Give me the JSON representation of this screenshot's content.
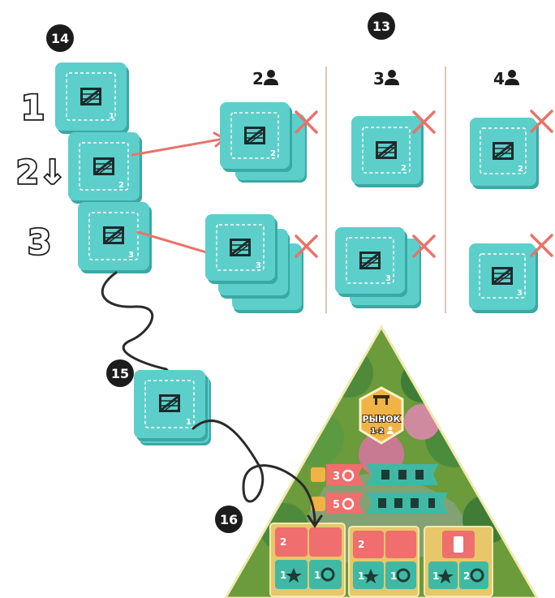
{
  "markers": {
    "m13": "13",
    "m14": "14",
    "m15": "15",
    "m16": "16"
  },
  "rows": {
    "r1": "1",
    "r2": "2↓",
    "r3": "3"
  },
  "players": {
    "p2": "2",
    "p3": "3",
    "p4": "4"
  },
  "tiles": {
    "one": "1",
    "two": "2",
    "three": "3"
  },
  "board": {
    "title": "РЫНОК",
    "subtitle": "1-2",
    "row1_cost": "3",
    "row2_cost": "5",
    "slot_a_top": "2",
    "slot_a_b1": "1",
    "slot_a_b2": "1",
    "slot_b_top": "2",
    "slot_b_b1": "1",
    "slot_b_b2": "1",
    "slot_c_b1": "1",
    "slot_c_b2": "2"
  },
  "colors": {
    "tile": "#5ccfcb",
    "tile_edge": "#3aa8a4",
    "arrow": "#e8736b",
    "cross": "#e8736b",
    "badge": "#1c1c1c",
    "divider": "#d8c8b4"
  }
}
